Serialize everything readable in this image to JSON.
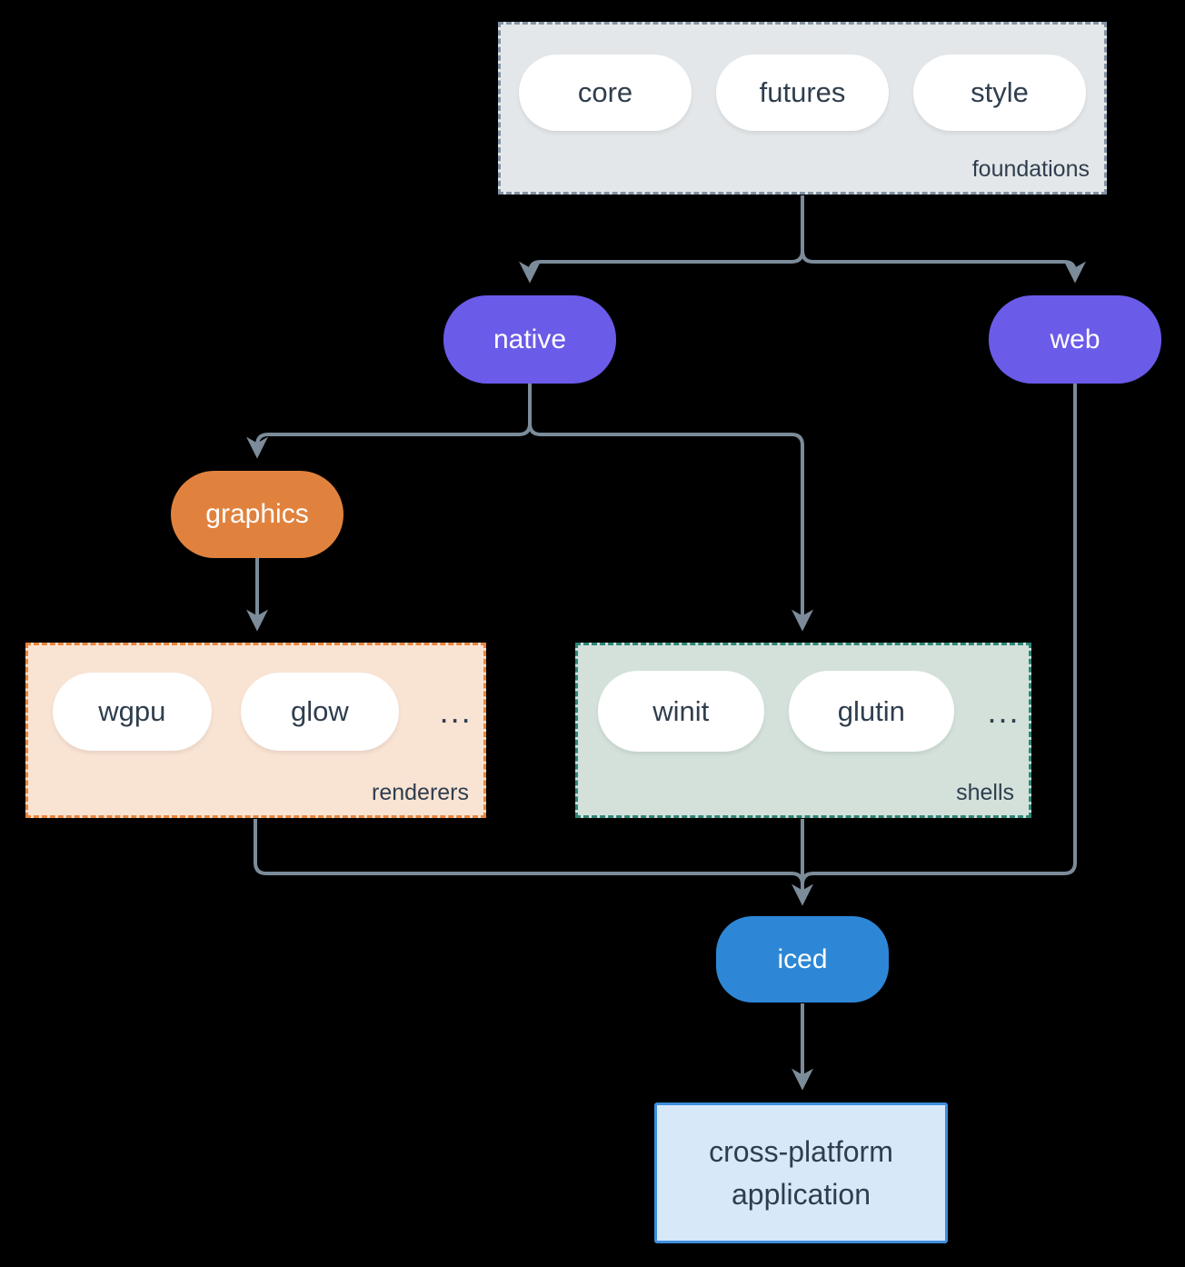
{
  "colors": {
    "background": "#000000",
    "connector": "#7b8b99",
    "node_text": "#2f3e4e",
    "purple_node": "#6a5be9",
    "orange_node": "#e0823e",
    "blue_node": "#2d87d6",
    "foundations_fill": "#e3e7e9",
    "foundations_border": "#8494a6",
    "renderers_fill": "#f9e3d3",
    "renderers_border": "#e8853c",
    "shells_fill": "#d3e1da",
    "shells_border": "#2e8677",
    "application_fill": "#d7e8f9",
    "application_border": "#3f8ede"
  },
  "foundations": {
    "label": "foundations",
    "items": [
      "core",
      "futures",
      "style"
    ]
  },
  "native": {
    "label": "native"
  },
  "web": {
    "label": "web"
  },
  "graphics": {
    "label": "graphics"
  },
  "renderers": {
    "label": "renderers",
    "items": [
      "wgpu",
      "glow",
      "..."
    ]
  },
  "shells": {
    "label": "shells",
    "items": [
      "winit",
      "glutin",
      "..."
    ]
  },
  "iced": {
    "label": "iced"
  },
  "application": {
    "line1": "cross-platform",
    "line2": "application"
  }
}
